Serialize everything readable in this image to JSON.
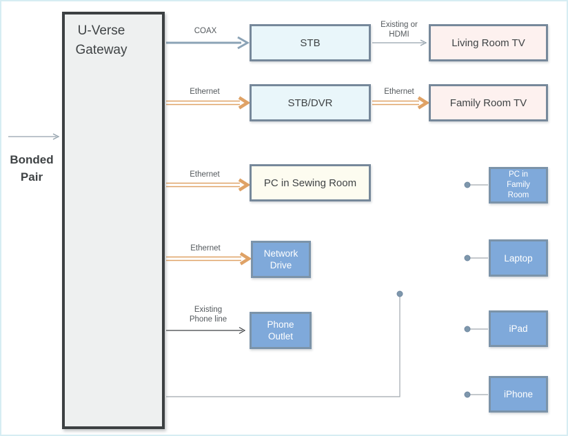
{
  "gateway_label": "U-Verse Gateway",
  "input_label": "Bonded Pair",
  "nodes": {
    "stb": "STB",
    "living_room_tv": "Living Room TV",
    "stb_dvr": "STB/DVR",
    "family_room_tv": "Family Room TV",
    "pc_sewing_room": "PC in Sewing Room",
    "network_drive": "Network Drive",
    "phone_outlet": "Phone Outlet",
    "pc_family_room": "PC in Family Room",
    "laptop": "Laptop",
    "ipad": "iPad",
    "iphone": "iPhone"
  },
  "links": {
    "coax": "COAX",
    "existing_or_hdmi": "Existing or HDMI",
    "ethernet_1": "Ethernet",
    "ethernet_2": "Ethernet",
    "ethernet_3": "Ethernet",
    "ethernet_4": "Ethernet",
    "existing_phone_line": "Existing Phone line"
  },
  "colors": {
    "page_border": "#d6edf3",
    "gateway_fill": "#eef0f0",
    "gateway_border": "#3c4042",
    "box_cyan_fill": "#e9f6fa",
    "box_pink_fill": "#fdf1ef",
    "box_cream_fill": "#fdfcf0",
    "box_light_border": "#76889a",
    "box_blue_fill": "#7fa9da",
    "box_blue_border": "#7b93a9",
    "arrow_orange": "#dfa266",
    "arrow_coax": "#8ba3b6",
    "arrow_thin": "#93a1ac",
    "arrow_black": "#3f4245",
    "arrow_gray": "#a0a8ae",
    "dot_fill": "#7e97ac",
    "dot_edge": "#6e87a0",
    "text_dark": "#3f4345",
    "text_label": "#53585c",
    "text_white": "#ffffff"
  }
}
